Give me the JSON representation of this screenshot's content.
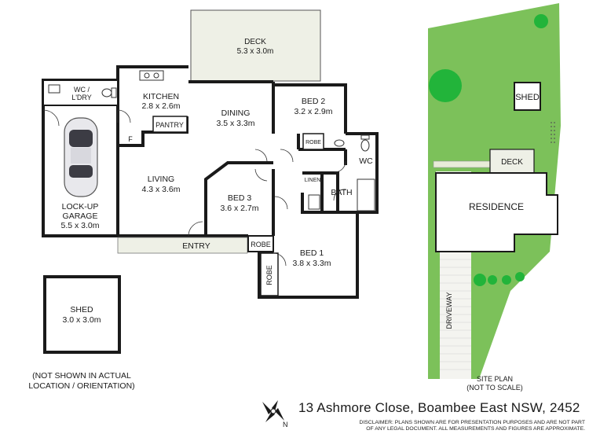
{
  "rooms": {
    "deck": {
      "name": "DECK",
      "dims": "5.3 x 3.0m"
    },
    "wc_ldry": {
      "line1": "WC /",
      "line2": "L'DRY"
    },
    "kitchen": {
      "name": "KITCHEN",
      "dims": "2.8 x 2.6m"
    },
    "pantry": {
      "name": "PANTRY"
    },
    "fridge": {
      "name": "F"
    },
    "dining": {
      "name": "DINING",
      "dims": "3.5 x 3.3m"
    },
    "bed2": {
      "name": "BED 2",
      "dims": "3.2 x 2.9m"
    },
    "robe2": {
      "name": "ROBE"
    },
    "wc": {
      "name": "WC"
    },
    "linen": {
      "name": "LINEN"
    },
    "bath": {
      "name": "BATH"
    },
    "living": {
      "name": "LIVING",
      "dims": "4.3 x 3.6m"
    },
    "bed3": {
      "name": "BED 3",
      "dims": "3.6 x 2.7m"
    },
    "garage": {
      "line1": "LOCK-UP",
      "line2": "GARAGE",
      "dims": "5.5 x 3.0m"
    },
    "entry": {
      "name": "ENTRY"
    },
    "robe3": {
      "name": "ROBE"
    },
    "bed1": {
      "name": "BED 1",
      "dims": "3.8 x 3.3m"
    },
    "robe1": {
      "name": "ROBE"
    }
  },
  "shed": {
    "name": "SHED",
    "dims": "3.0 x 3.0m",
    "note_line1": "(NOT SHOWN IN ACTUAL",
    "note_line2": "LOCATION / ORIENTATION)"
  },
  "site_plan": {
    "shed": "SHED",
    "deck": "DECK",
    "residence": "RESIDENCE",
    "driveway": "DRIVEWAY",
    "caption_line1": "SITE PLAN",
    "caption_line2": "(NOT TO SCALE)"
  },
  "compass": {
    "label": "N"
  },
  "address": "13 Ashmore Close, Boambee East NSW, 2452",
  "disclaimer_line1": "DISCLAIMER: PLANS SHOWN ARE FOR PRESENTATION PURPOSES AND ARE NOT PART",
  "disclaimer_line2": "OF ANY LEGAL DOCUMENT. ALL MEASUREMENTS AND FIGURES ARE APPROXIMATE.",
  "colors": {
    "wall": "#1a1a1a",
    "deck": "#eef0e6",
    "grass": "#7cc15a",
    "tree": "#22b43a",
    "paving": "#ffffff"
  }
}
